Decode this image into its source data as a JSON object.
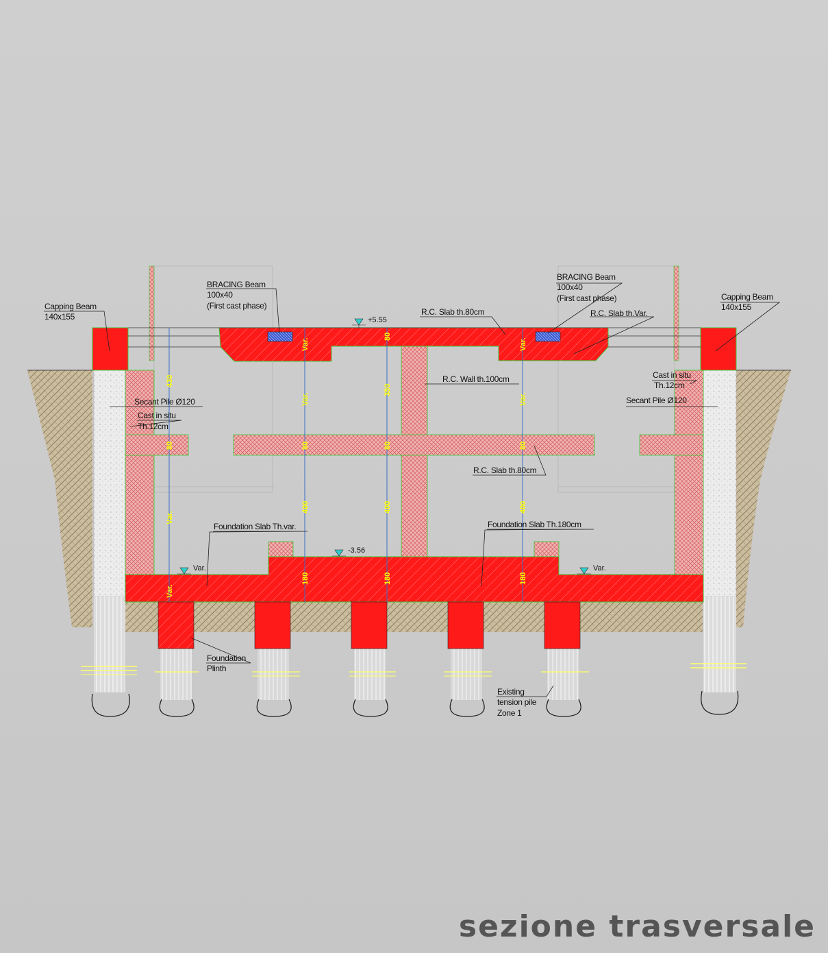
{
  "sheet_title": "sezione trasversale",
  "colors": {
    "background": "#cccccc",
    "concrete_new": "#ff1a1a",
    "concrete_existing_hatch": "#e8a0a0",
    "soil": "#c9b99a",
    "pile": "#e6e6e6",
    "dimension_text": "#ffff00",
    "outline_green": "#33cc33",
    "bracing_beam": "#4f6fd0"
  },
  "elevations": {
    "top": "+5.55",
    "bottom": "-3.56",
    "left_var": "Var.",
    "right_var": "Var."
  },
  "labels": {
    "capping_beam_left": [
      "Capping Beam",
      "140x155"
    ],
    "capping_beam_right": [
      "Capping Beam",
      "140x155"
    ],
    "bracing_beam_left": [
      "BRACING Beam",
      "100x40",
      "(First cast phase)"
    ],
    "bracing_beam_right": [
      "BRACING Beam",
      "100x40",
      "(First cast phase)"
    ],
    "rc_slab_top": "R.C. Slab th.80cm",
    "rc_slab_var": "R.C. Slab th.Var.",
    "rc_wall": "R.C. Wall th.100cm",
    "cast_in_situ_left": [
      "Cast in situ",
      "Th.12cm"
    ],
    "cast_in_situ_right": [
      "Cast in situ",
      "Th.12cm"
    ],
    "secant_pile_left": "Secant Pile Ø120",
    "secant_pile_right": "Secant Pile Ø120",
    "rc_slab_mid": "R.C. Slab th.80cm",
    "foundation_slab_var": "Foundation Slab Th.var.",
    "foundation_slab_180": "Foundation Slab Th.180cm",
    "foundation_plinth": [
      "Foundation",
      "Plinth"
    ],
    "existing_pile": [
      "Existing",
      "tension pile",
      "Zone 1"
    ]
  },
  "dimensions": {
    "col1": [
      "430",
      "80",
      "Var.",
      "Var."
    ],
    "col2": [
      "Var.",
      "Var.",
      "80",
      "400",
      "180"
    ],
    "col3": [
      "80",
      "350",
      "80",
      "400",
      "180"
    ],
    "col4": [
      "Var.",
      "Var.",
      "80",
      "400",
      "180"
    ]
  }
}
